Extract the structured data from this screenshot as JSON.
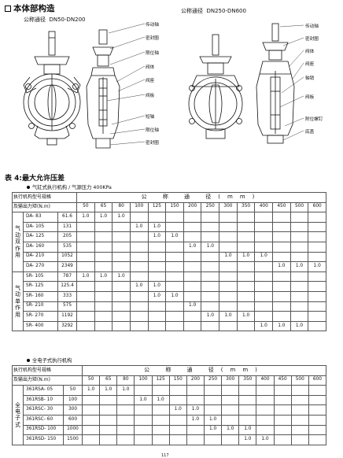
{
  "section_title": "本体部构造",
  "drawings": {
    "left": {
      "caption_label": "公称通径",
      "caption_range": "DN50-DN200",
      "labels": [
        "传动轴",
        "密封圈",
        "限位轴",
        "阀体",
        "阀座",
        "阀板",
        "短轴",
        "限位轴",
        "密封圈"
      ]
    },
    "right": {
      "caption_label": "公称通径",
      "caption_range": "DN250-DN600",
      "labels": [
        "传动轴",
        "密封圈",
        "阀体",
        "阀座",
        "轴销",
        "阀板",
        "附位螺钉",
        "底盖"
      ]
    }
  },
  "table4": {
    "title": "表 4:最大允许压差",
    "subtitle": "气缸式执行机构 / 气源压力  400KPa",
    "header_model": "执行机构型号规格",
    "header_torque": "及输出力矩(N.m)",
    "header_dn": "公  称  通  径(mm)",
    "dn": [
      "50",
      "65",
      "80",
      "100",
      "125",
      "150",
      "200",
      "250",
      "300",
      "350",
      "400",
      "450",
      "500",
      "600"
    ],
    "groups": [
      {
        "name": "气动双作用",
        "rows": [
          {
            "model": "DA- 83",
            "torque": "61.6",
            "cells": [
              "1.0",
              "1.0",
              "1.0",
              "",
              "",
              "",
              "",
              "",
              "",
              "",
              "",
              "",
              "",
              ""
            ]
          },
          {
            "model": "DA- 105",
            "torque": "131",
            "cells": [
              "",
              "",
              "",
              "1.0",
              "1.0",
              "",
              "",
              "",
              "",
              "",
              "",
              "",
              "",
              ""
            ]
          },
          {
            "model": "DA- 125",
            "torque": "205",
            "cells": [
              "",
              "",
              "",
              "",
              "1.0",
              "1.0",
              "",
              "",
              "",
              "",
              "",
              "",
              "",
              ""
            ]
          },
          {
            "model": "DA- 160",
            "torque": "535",
            "cells": [
              "",
              "",
              "",
              "",
              "",
              "",
              "1.0",
              "1.0",
              "",
              "",
              "",
              "",
              "",
              ""
            ]
          },
          {
            "model": "DA- 210",
            "torque": "1052",
            "cells": [
              "",
              "",
              "",
              "",
              "",
              "",
              "",
              "",
              "1.0",
              "1.0",
              "1.0",
              "",
              "",
              ""
            ]
          },
          {
            "model": "DA- 270",
            "torque": "2349",
            "cells": [
              "",
              "",
              "",
              "",
              "",
              "",
              "",
              "",
              "",
              "",
              "",
              "1.0",
              "1.0",
              "1.0"
            ]
          }
        ]
      },
      {
        "name": "气动单作用",
        "rows": [
          {
            "model": "SR- 105",
            "torque": "787",
            "cells": [
              "1.0",
              "1.0",
              "1.0",
              "",
              "",
              "",
              "",
              "",
              "",
              "",
              "",
              "",
              "",
              ""
            ]
          },
          {
            "model": "SR- 125",
            "torque": "125.4",
            "cells": [
              "",
              "",
              "",
              "1.0",
              "1.0",
              "",
              "",
              "",
              "",
              "",
              "",
              "",
              "",
              ""
            ]
          },
          {
            "model": "SR- 160",
            "torque": "333",
            "cells": [
              "",
              "",
              "",
              "",
              "1.0",
              "1.0",
              "",
              "",
              "",
              "",
              "",
              "",
              "",
              ""
            ]
          },
          {
            "model": "SR- 210",
            "torque": "575",
            "cells": [
              "",
              "",
              "",
              "",
              "",
              "",
              "1.0",
              "",
              "",
              "",
              "",
              "",
              "",
              ""
            ]
          },
          {
            "model": "SR- 270",
            "torque": "1192",
            "cells": [
              "",
              "",
              "",
              "",
              "",
              "",
              "",
              "1.0",
              "1.0",
              "1.0",
              "",
              "",
              "",
              ""
            ]
          },
          {
            "model": "SR- 400",
            "torque": "3292",
            "cells": [
              "",
              "",
              "",
              "",
              "",
              "",
              "",
              "",
              "",
              "",
              "1.0",
              "1.0",
              "1.0",
              ""
            ]
          }
        ]
      }
    ]
  },
  "table5": {
    "subtitle": "全电子式执行机构",
    "header_model": "执行机构型号规格",
    "header_torque": "及输出力矩(N.m)",
    "header_dn": "公  称  通  径(mm)",
    "dn": [
      "50",
      "65",
      "80",
      "100",
      "125",
      "150",
      "200",
      "250",
      "300",
      "350",
      "400",
      "450",
      "500",
      "600"
    ],
    "groups": [
      {
        "name": "全电子式",
        "rows": [
          {
            "model": "361RSA- 05",
            "torque": "50",
            "cells": [
              "1.0",
              "1.0",
              "1.0",
              "",
              "",
              "",
              "",
              "",
              "",
              "",
              "",
              "",
              "",
              ""
            ]
          },
          {
            "model": "361RSB- 10",
            "torque": "100",
            "cells": [
              "",
              "",
              "",
              "1.0",
              "1.0",
              "",
              "",
              "",
              "",
              "",
              "",
              "",
              "",
              ""
            ]
          },
          {
            "model": "361RSC- 30",
            "torque": "300",
            "cells": [
              "",
              "",
              "",
              "",
              "",
              "1.0",
              "1.0",
              "",
              "",
              "",
              "",
              "",
              "",
              ""
            ]
          },
          {
            "model": "361RSC- 60",
            "torque": "600",
            "cells": [
              "",
              "",
              "",
              "",
              "",
              "",
              "1.0",
              "1.0",
              "",
              "",
              "",
              "",
              "",
              ""
            ]
          },
          {
            "model": "361RSD- 100",
            "torque": "1000",
            "cells": [
              "",
              "",
              "",
              "",
              "",
              "",
              "",
              "1.0",
              "1.0",
              "1.0",
              "",
              "",
              "",
              ""
            ]
          },
          {
            "model": "361RSD- 150",
            "torque": "1500",
            "cells": [
              "",
              "",
              "",
              "",
              "",
              "",
              "",
              "",
              "",
              "1.0",
              "1.0",
              "",
              "",
              ""
            ]
          }
        ]
      }
    ]
  },
  "page_number_partial": "117"
}
